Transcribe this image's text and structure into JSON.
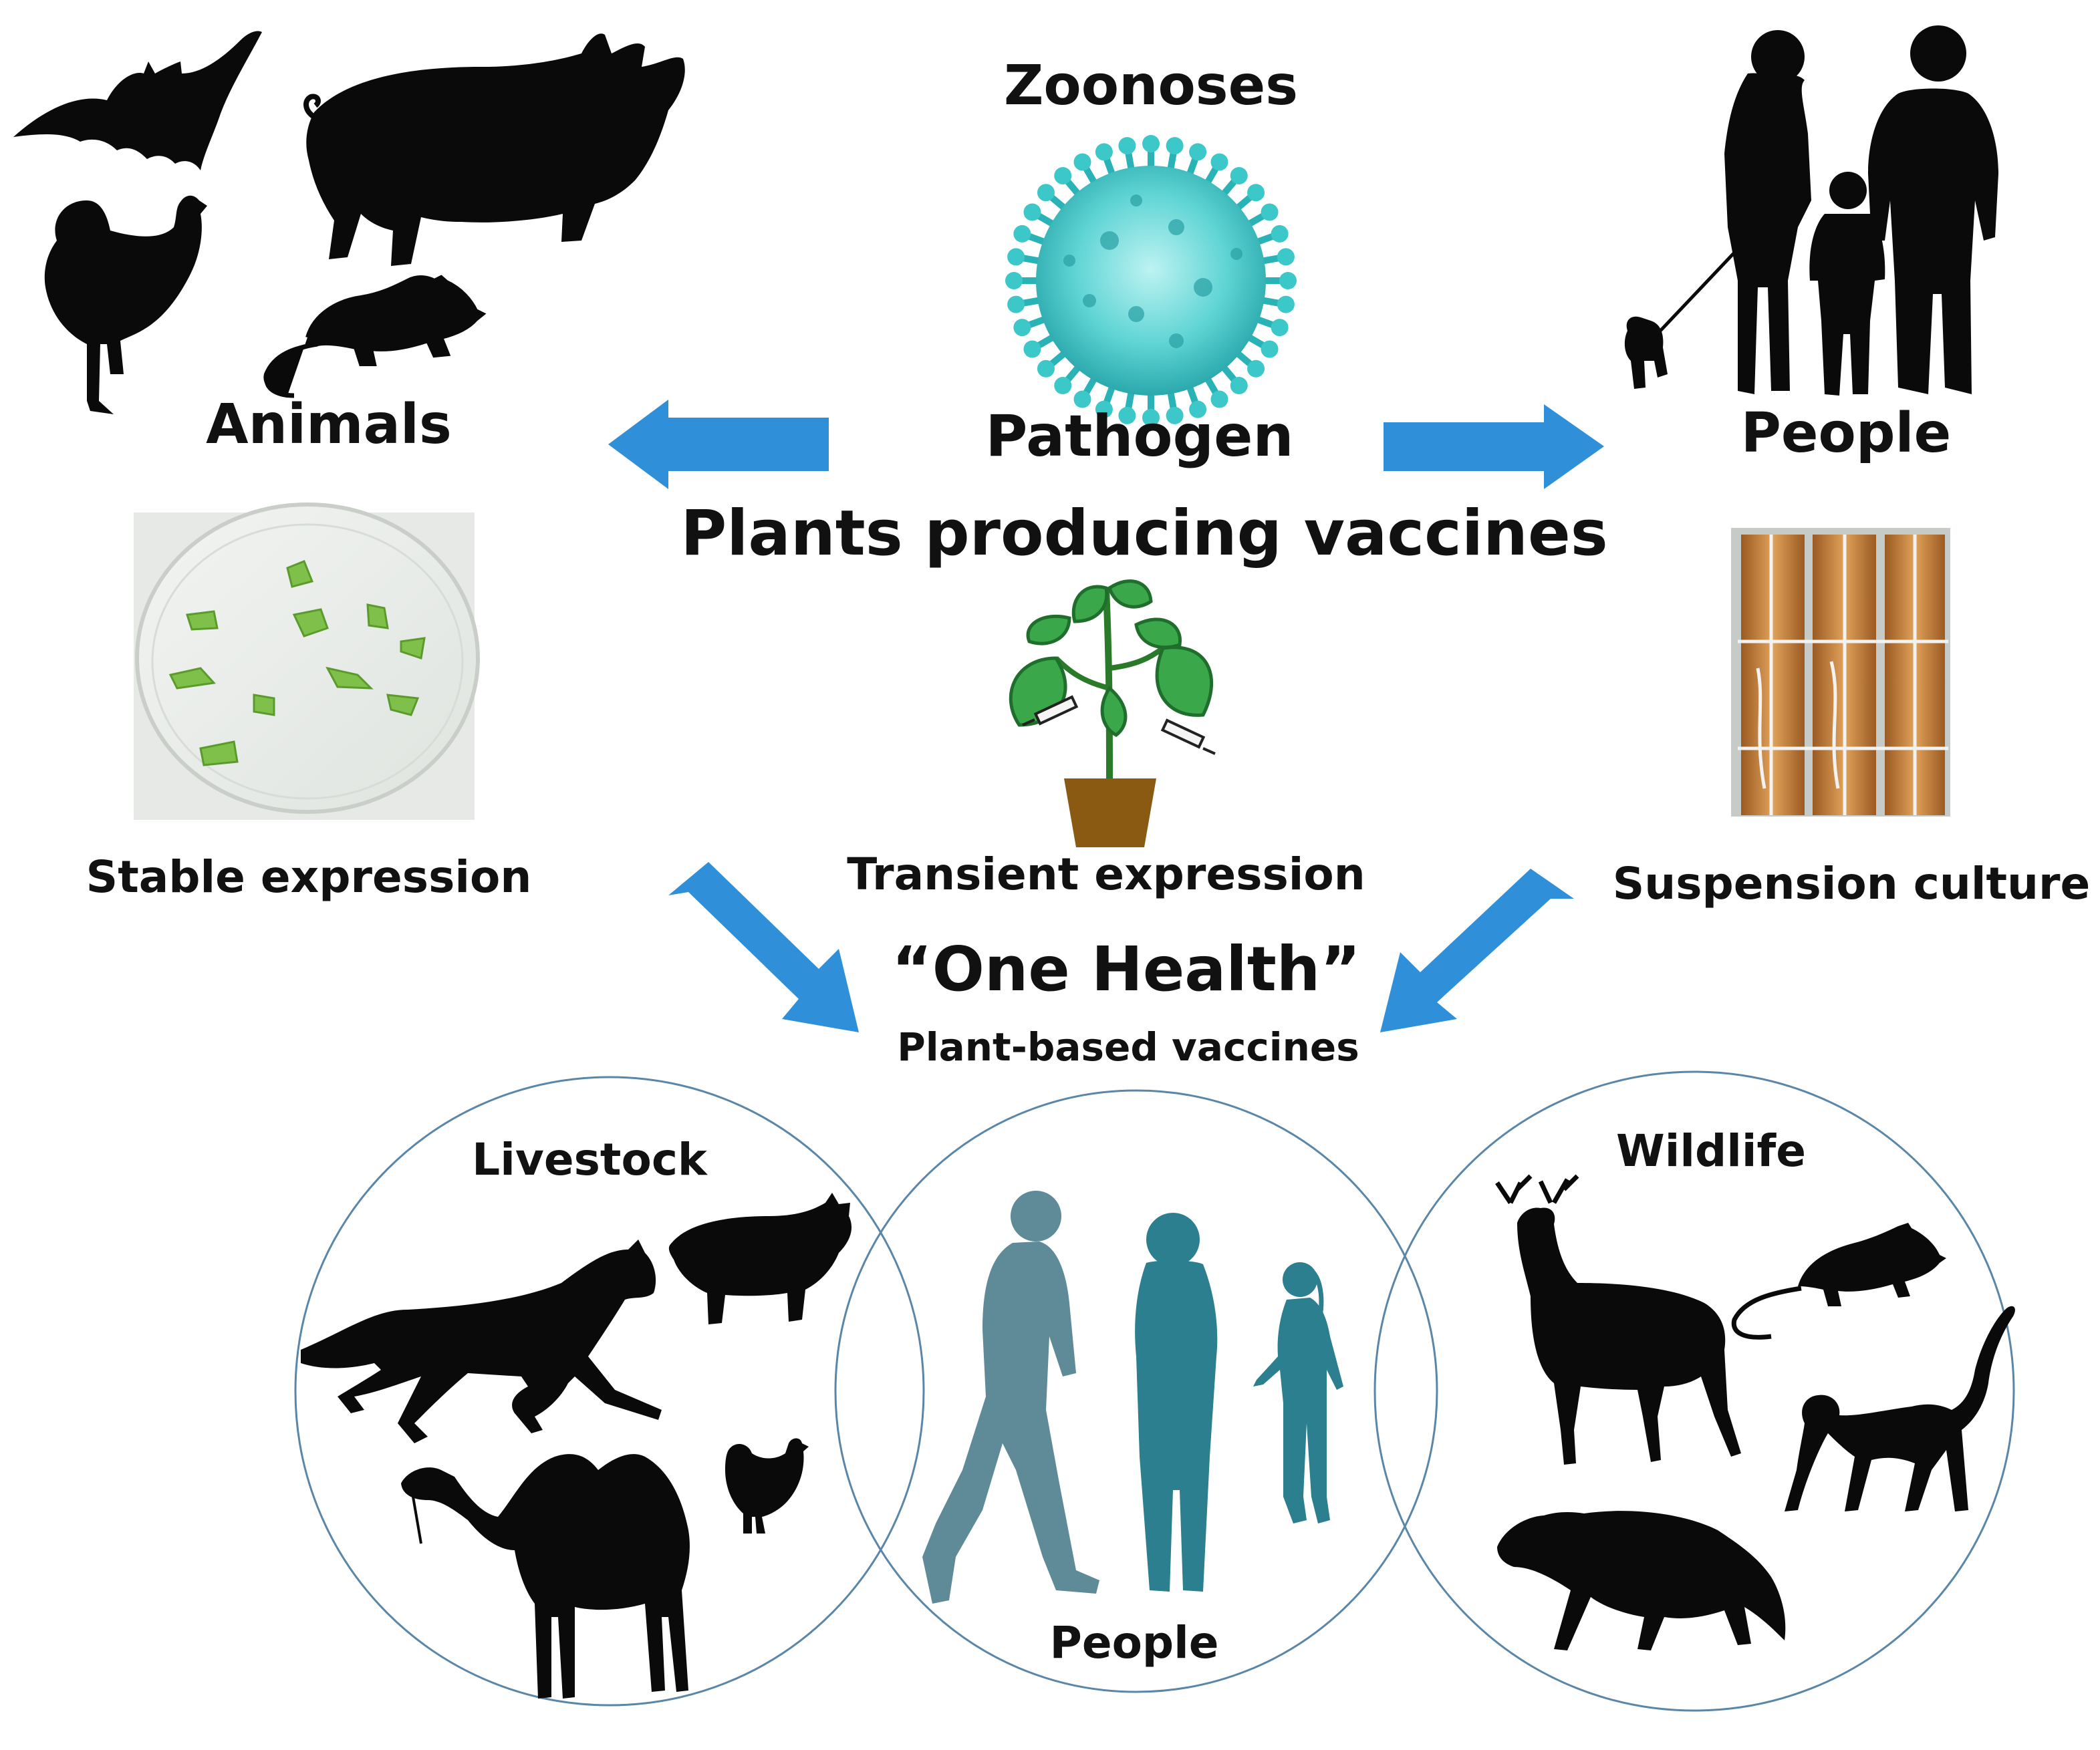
{
  "labels": {
    "zoonoses": "Zoonoses",
    "pathogen": "Pathogen",
    "animals": "Animals",
    "people_top": "People",
    "plants_producing": "Plants producing vaccines",
    "stable_expression": "Stable expression",
    "transient_expression": "Transient expression",
    "suspension_culture": "Suspension culture",
    "one_health": "“One Health”",
    "plant_based": "Plant-based vaccines",
    "livestock": "Livestock",
    "wildlife": "Wildlife",
    "people_bottom": "People"
  },
  "colors": {
    "arrow": "#2f8fd8",
    "silhouette": "#0a0a0a",
    "virus": "#3cc7c9",
    "people_teal": "#5e8b97",
    "people_dark_teal": "#2b7f8f",
    "circle_stroke": "#5a86a8",
    "leaf_green": "#3aa84a",
    "pot_brown": "#8a5a12"
  }
}
